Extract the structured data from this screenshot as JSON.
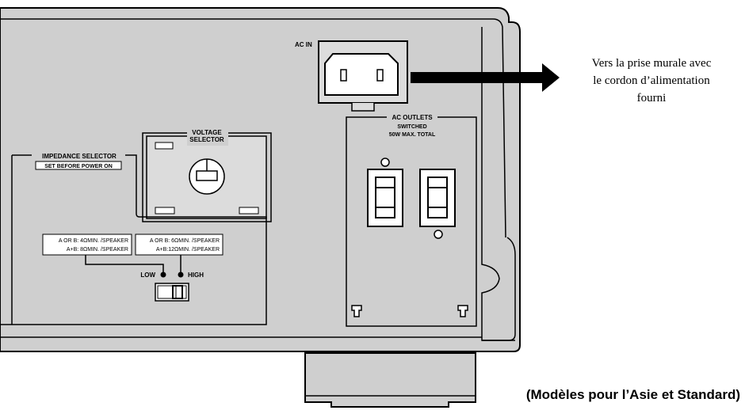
{
  "panel_labels": {
    "ac_in": "AC IN",
    "ac_outlets": {
      "title": "AC OUTLETS",
      "line2": "SWITCHED",
      "line3": "50W MAX. TOTAL"
    },
    "voltage_selector": {
      "line1": "VOLTAGE",
      "line2": "SELECTOR"
    },
    "impedance_selector": {
      "title": "IMPEDANCE SELECTOR",
      "subtitle": "SET BEFORE POWER ON",
      "box_low": {
        "line1": "A OR B:  4ΩMIN. /SPEAKER",
        "line2": "A+B:  8ΩMIN. /SPEAKER"
      },
      "box_high": {
        "line1": "A OR B:  6ΩMIN. /SPEAKER",
        "line2": "A+B:12ΩMIN. /SPEAKER"
      },
      "low": "LOW",
      "high": "HIGH"
    }
  },
  "callout": {
    "line1": "Vers la prise murale avec",
    "line2": "le cordon d’alimentation",
    "line3": "fourni"
  },
  "caption": "(Modèles pour l’Asie et Standard)",
  "colors": {
    "panel": "#cfcfcf",
    "stroke": "#000000",
    "inset": "#dcdcdc"
  }
}
